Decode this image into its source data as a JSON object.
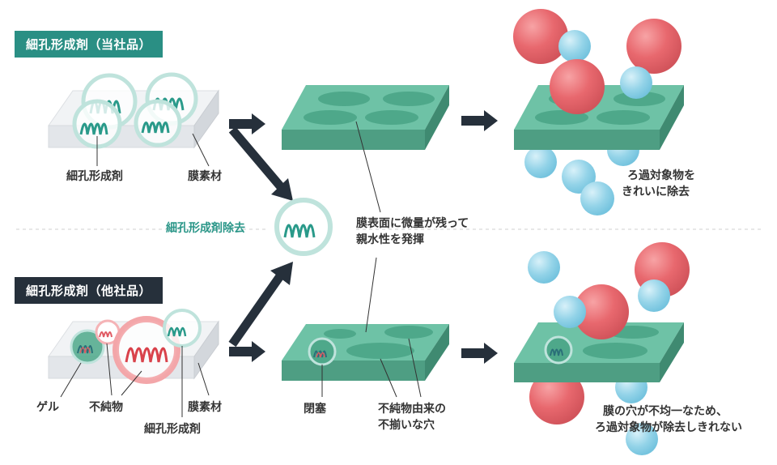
{
  "tags": {
    "own": "細孔形成剤（当社品）",
    "other": "細孔形成剤（他社品）"
  },
  "top_labels": {
    "pore_agent": "細孔形成剤",
    "membrane": "膜素材",
    "removal": "細孔形成剤除去",
    "hydrophilic_line1": "膜表面に微量が残って",
    "hydrophilic_line2": "親水性を発揮",
    "filter_line1": "ろ過対象物を",
    "filter_line2": "きれいに除去"
  },
  "bottom_labels": {
    "gel": "ゲル",
    "impurity": "不純物",
    "membrane": "膜素材",
    "pore_agent": "細孔形成剤",
    "blocked": "閉塞",
    "uneven_line1": "不純物由来の",
    "uneven_line2": "不揃いな穴",
    "result_line1": "膜の穴が不均一なため、",
    "result_line2": "ろ過対象物が除去しきれない"
  },
  "colors": {
    "teal": "#2a8f84",
    "dark": "#26303b",
    "green_slab": "#5fb59a",
    "pink_sphere": "#e8686e",
    "blue_sphere": "#8fd0e6",
    "arrow": "#26303b"
  },
  "icons": [
    "arrow-right-icon",
    "spring-molecule-icon",
    "sphere-icon"
  ]
}
